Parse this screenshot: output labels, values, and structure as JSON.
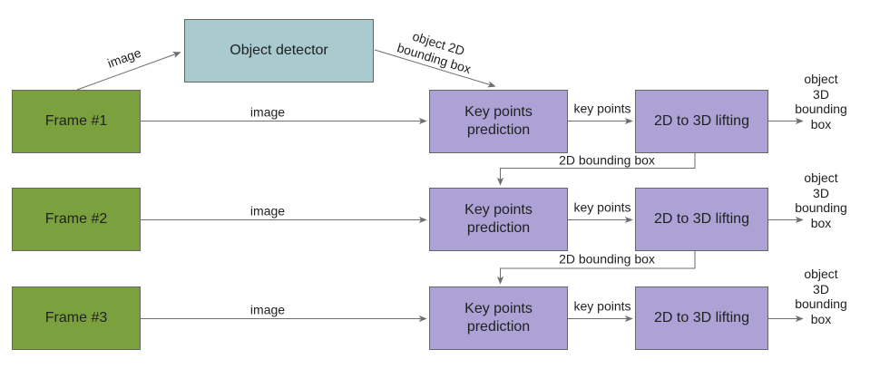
{
  "colors": {
    "frame_fill": "#7BA13E",
    "detector_fill": "#A9CACF",
    "module_fill": "#ACA2D5",
    "border": "#666666",
    "arrow": "#6E6E6E",
    "text": "#212121"
  },
  "nodes": {
    "frames": [
      "Frame #1",
      "Frame #2",
      "Frame #3"
    ],
    "detector": "Object detector",
    "keypoints": [
      "Key points prediction",
      "Key points prediction",
      "Key points prediction"
    ],
    "lifting": [
      "2D to 3D lifting",
      "2D to 3D lifting",
      "2D to 3D lifting"
    ]
  },
  "edge_labels": {
    "image_to_detector": "image",
    "detector_to_keypoints": "object 2D\nbounding box",
    "rows": [
      {
        "image": "image",
        "key_points": "key points",
        "output": "object 3D\nbounding box"
      },
      {
        "image": "image",
        "key_points": "key points",
        "output": "object 3D\nbounding box"
      },
      {
        "image": "image",
        "key_points": "key points",
        "output": "object 3D\nbounding box"
      }
    ],
    "feedback": [
      "2D bounding box",
      "2D bounding box"
    ]
  }
}
